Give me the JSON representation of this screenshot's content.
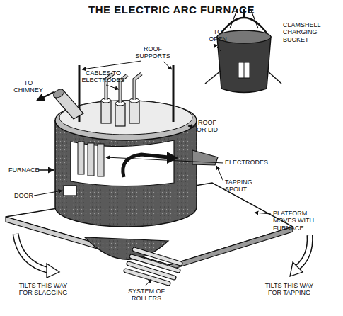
{
  "diagram": {
    "title": "THE ELECTRIC ARC FURNACE",
    "labels": [
      "CLAMSHELL CHARGING BUCKET",
      "TO OPEN",
      "ROOF SUPPORTS",
      "CABLES TO ELECTRODES",
      "TO CHIMNEY",
      "ROOF OR LID",
      "FURNACE",
      "ELECTRODES",
      "TAPPING SPOUT",
      "DOOR",
      "PLATFORM MOVES WITH FURNACE",
      "TILTS THIS WAY FOR SLAGGING",
      "SYSTEM OF ROLLERS",
      "TILTS THIS WAY FOR TAPPING"
    ]
  }
}
